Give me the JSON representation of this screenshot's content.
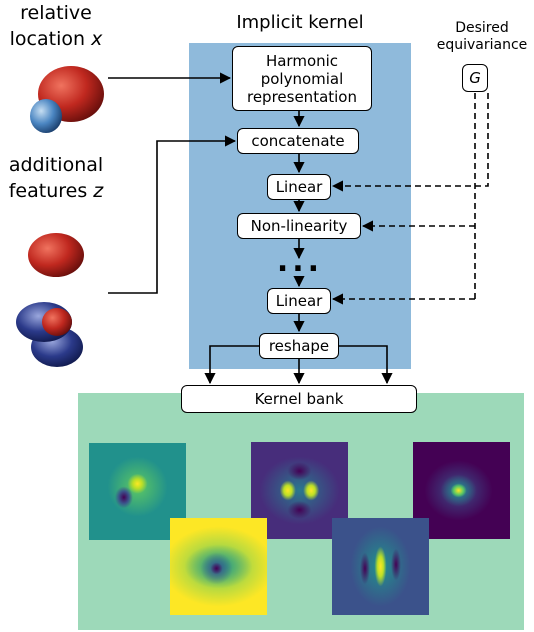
{
  "panel_title": "Implicit kernel",
  "inputs": {
    "relative_location": {
      "line1": "relative",
      "line2": "location ",
      "var": "x"
    },
    "additional_features": {
      "line1": "additional",
      "line2": "features ",
      "var": "z"
    }
  },
  "equivariance": {
    "line1": "Desired",
    "line2": "equivariance",
    "symbol": "G"
  },
  "blocks": {
    "harmonic": [
      "Harmonic",
      "polynomial",
      "representation"
    ],
    "concatenate": "concatenate",
    "linear1": "Linear",
    "nonlinearity": "Non-linearity",
    "ellipsis": "...",
    "linear2": "Linear",
    "reshape": "reshape",
    "kernel_bank": "Kernel bank"
  },
  "colors": {
    "implicit_panel": "#8fbadb",
    "kernel_panel": "#9dd9b9",
    "viridis_low": "#440154",
    "viridis_mid": "#21918c",
    "viridis_high": "#fde725"
  }
}
